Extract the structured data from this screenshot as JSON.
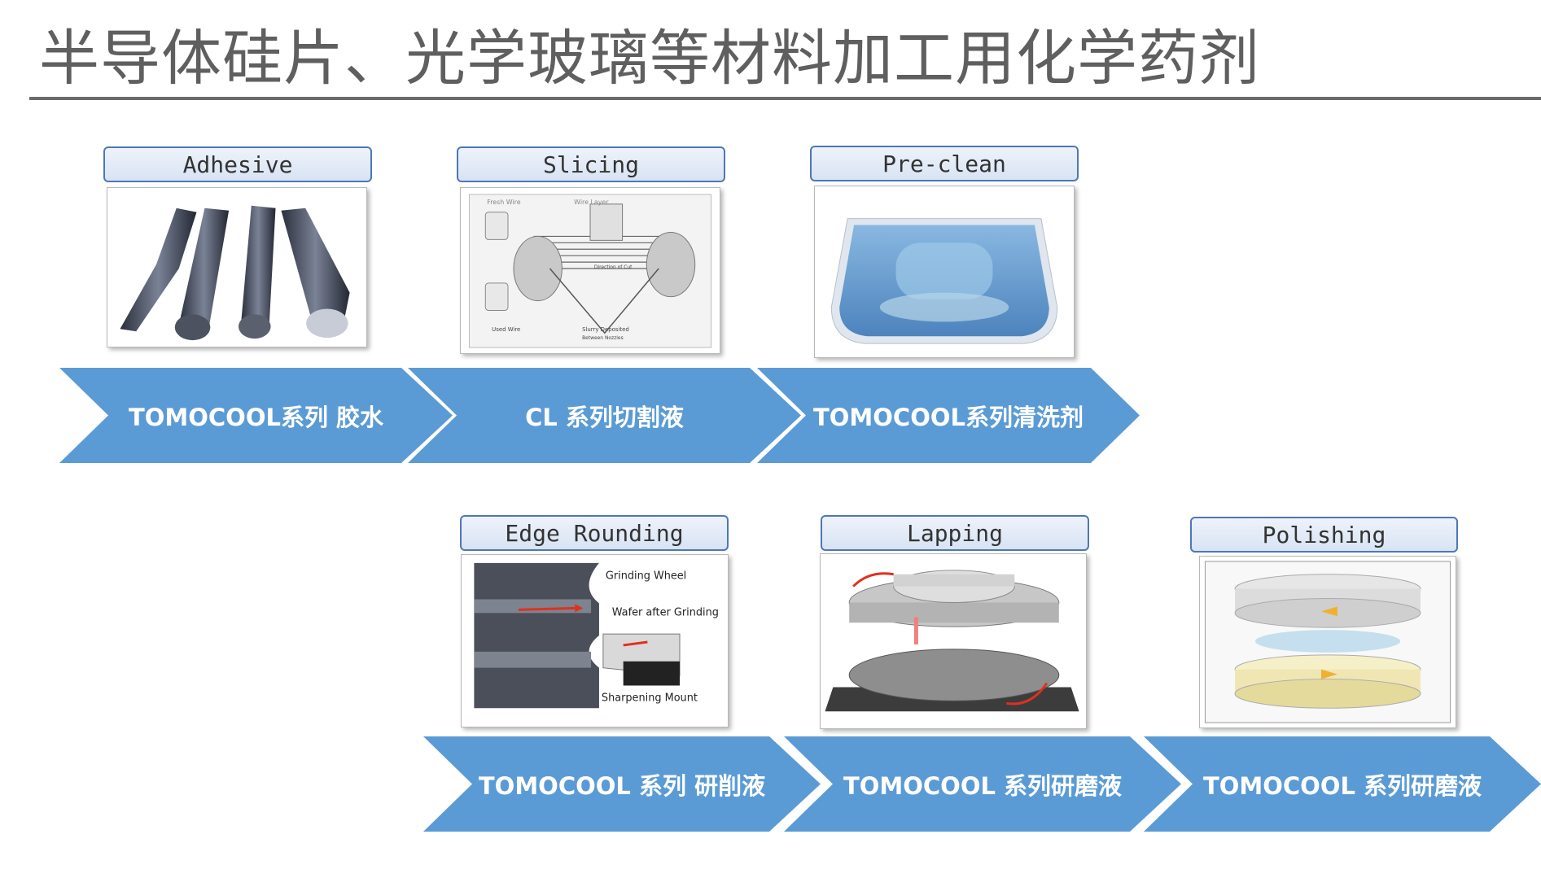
{
  "title": "半导体硅片、光学玻璃等材料加工用化学药剂",
  "colors": {
    "chevron": "#5b9bd5",
    "label_border": "#4f76b8",
    "title": "#5f5f5f"
  },
  "steps": [
    {
      "label": "Adhesive",
      "product": "TOMOCOOL系列 胶水"
    },
    {
      "label": "Slicing",
      "product": "CL 系列切割液",
      "image_texts": [
        "Fresh Wire",
        "Wire Layer",
        "Direction of Cut",
        "Used Wire",
        "Slurry Deposited",
        "Between Nozzles"
      ]
    },
    {
      "label": "Pre-clean",
      "product": "TOMOCOOL系列清洗剂"
    },
    {
      "label": "Edge Rounding",
      "product": "TOMOCOOL 系列 研削液",
      "image_texts": [
        "Grinding Wheel",
        "Wafer after Grinding",
        "Sharpening Mount"
      ]
    },
    {
      "label": "Lapping",
      "product": "TOMOCOOL 系列研磨液"
    },
    {
      "label": "Polishing",
      "product": "TOMOCOOL 系列研磨液"
    }
  ]
}
